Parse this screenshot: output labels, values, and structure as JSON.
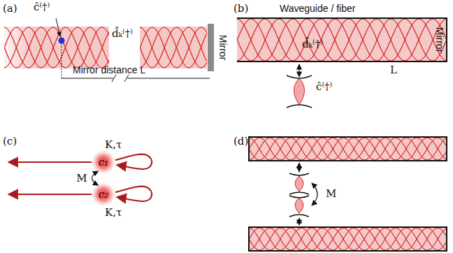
{
  "diagram": {
    "nodes": [
      {
        "text": [
          "c₁"
        ]
      },
      {
        "text": [
          "c₂"
        ]
      }
    ],
    "edges": [
      {
        "from": 0,
        "to": 1,
        "arrow": "both",
        "label": "M"
      }
    ],
    "labels": [
      "(a)",
      "ĉ⁽†⁾",
      "d̂ₖ⁽†⁾",
      "Mirror",
      "Mirror distance L",
      "(b)",
      "Waveguide / fiber",
      "d̂ₖ⁽†⁾",
      "ĉ⁽†⁾",
      "L",
      "Mirror",
      "(c)",
      "K,τ",
      "K,τ",
      "(d)",
      "M"
    ]
  }
}
